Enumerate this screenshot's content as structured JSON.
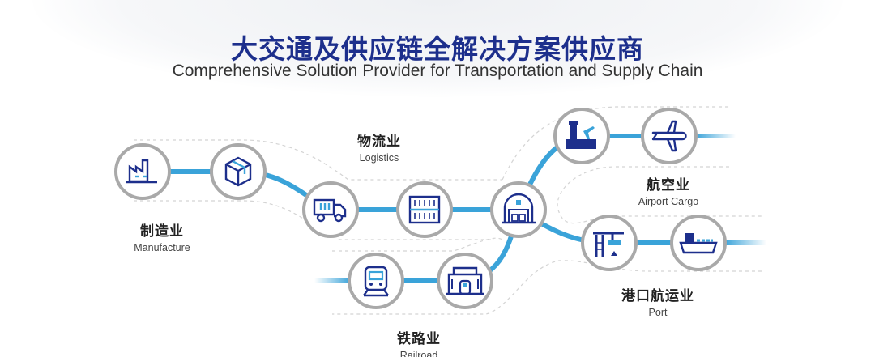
{
  "header": {
    "title": "大交通及供应链全解决方案供应商",
    "subtitle": "Comprehensive Solution Provider for Transportation and Supply Chain"
  },
  "sectors": [
    {
      "zh": "制造业",
      "en": "Manufacture"
    },
    {
      "zh": "物流业",
      "en": "Logistics"
    },
    {
      "zh": "航空业",
      "en": "Airport Cargo"
    },
    {
      "zh": "港口航运业",
      "en": "Port"
    },
    {
      "zh": "铁路业",
      "en": "Railroad"
    }
  ],
  "nodes": [
    "factory-icon",
    "box-icon",
    "truck-icon",
    "container-icon",
    "warehouse-icon",
    "airport-icon",
    "plane-icon",
    "crane-icon",
    "ship-icon",
    "train-icon",
    "station-icon"
  ],
  "colors": {
    "navy": "#1d2f8c",
    "line": "#3aa3d9",
    "ring": "#a9a9a9"
  }
}
